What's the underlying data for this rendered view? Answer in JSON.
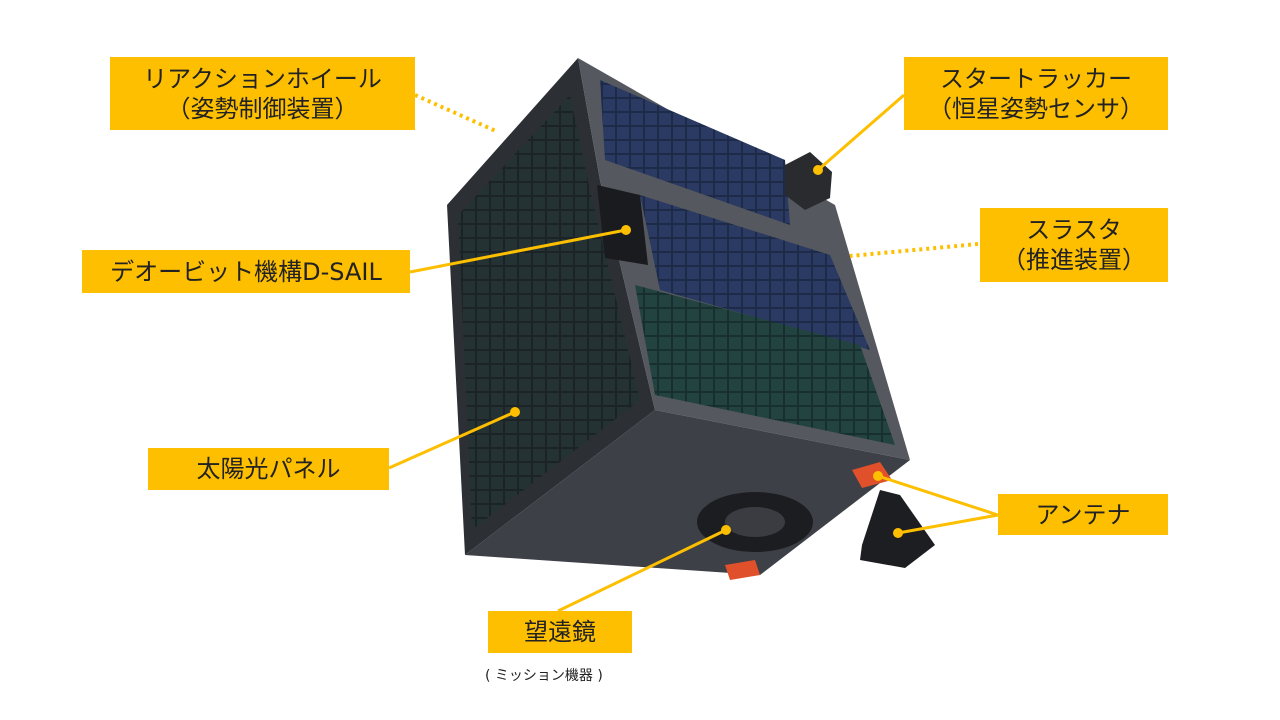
{
  "labels": {
    "reaction_wheel": {
      "line1": "リアクションホイール",
      "line2": "（姿勢制御装置）"
    },
    "star_tracker": {
      "line1": "スタートラッカー",
      "line2": "（恒星姿勢センサ）"
    },
    "deorbit": {
      "line1": "デオービット機構D-SAIL"
    },
    "thruster": {
      "line1": "スラスタ",
      "line2": "（推進装置）"
    },
    "solar_panel": {
      "line1": "太陽光パネル"
    },
    "antenna": {
      "line1": "アンテナ"
    },
    "telescope": {
      "line1": "望遠鏡",
      "sub": "( ミッション機器 )"
    }
  },
  "colors": {
    "label_bg": "#fdbf00",
    "body": "#3a3c42",
    "panel": "#1f2d4a",
    "antenna": "#e0502a"
  }
}
